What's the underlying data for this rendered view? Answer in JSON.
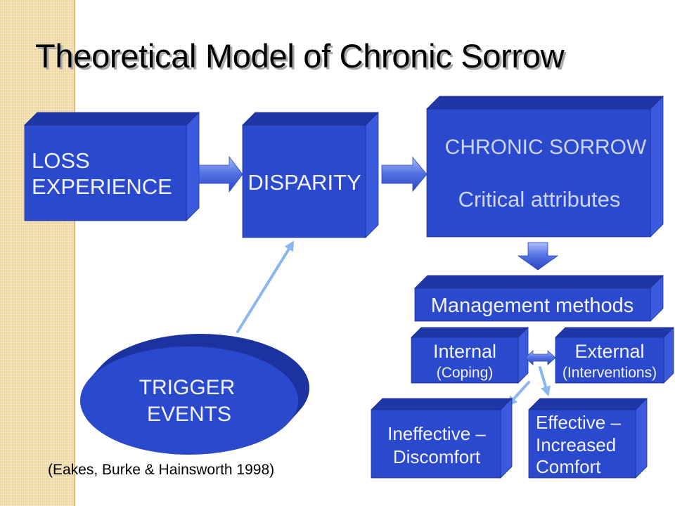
{
  "title": "Theoretical Model of Chronic Sorrow",
  "citation": "(Eakes, Burke & Hainsworth 1998)",
  "nodes": {
    "loss_experience": {
      "lines": [
        "LOSS",
        "EXPERIENCE"
      ]
    },
    "disparity": {
      "lines": [
        "DISPARITY"
      ]
    },
    "chronic_sorrow": {
      "lines": [
        "CHRONIC SORROW",
        "Critical attributes"
      ]
    },
    "management_methods": {
      "lines": [
        "Management methods"
      ]
    },
    "internal": {
      "label": "Internal",
      "sub": "(Coping)"
    },
    "external": {
      "label": "External",
      "sub": "(Interventions)"
    },
    "ineffective_discomfort": {
      "lines": [
        "Ineffective –",
        "Discomfort"
      ]
    },
    "effective_comfort": {
      "lines": [
        "Effective –",
        "Increased",
        "Comfort"
      ]
    },
    "trigger_events": {
      "lines": [
        "TRIGGER",
        "EVENTS"
      ]
    }
  },
  "colors": {
    "box_front": "#2b49cc",
    "box_top": "#1f36a6",
    "box_side": "#3b5ade",
    "ellipse_back": "#1c32a0",
    "connector": "#8cb6ee",
    "label_text": "#f1f3ff",
    "label_muted": "#cdd4f0",
    "strip": "#f3deb0",
    "title_shadow": "#a9a9a9"
  }
}
